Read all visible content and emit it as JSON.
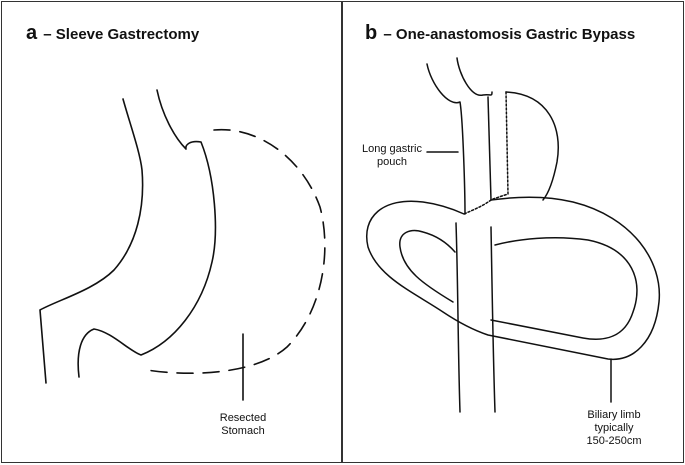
{
  "panel_a": {
    "letter": "a",
    "title": "– Sleeve Gastrectomy",
    "label_line1": "Resected",
    "label_line2": "Stomach"
  },
  "panel_b": {
    "letter": "b",
    "title": "– One-anastomosis Gastric Bypass",
    "pouch_line1": "Long gastric",
    "pouch_line2": "pouch",
    "limb_line1": "Biliary limb",
    "limb_line2": "typically",
    "limb_line3": "150-250cm"
  }
}
